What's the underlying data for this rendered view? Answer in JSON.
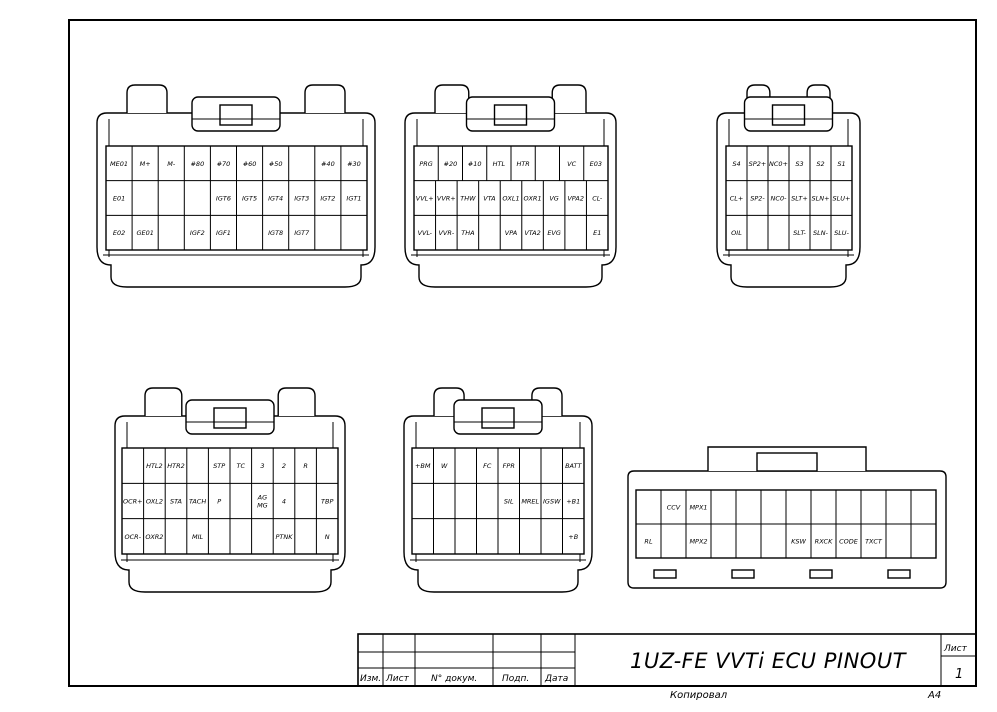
{
  "title": "1UZ-FE VVTi ECU PINOUT",
  "title_block": {
    "col_labels": [
      "Изм.",
      "Лист",
      "N° докум.",
      "Подп.",
      "Дата"
    ],
    "sheet_label": "Лист",
    "sheet_number": "1",
    "copied_label": "Копировал",
    "format": "A4"
  },
  "connectors": [
    {
      "id": "A",
      "rows": [
        [
          "ME01",
          "M+",
          "M-",
          "#80",
          "#70",
          "#60",
          "#50",
          "",
          "#40",
          "#30"
        ],
        [
          "E01",
          "",
          "",
          "",
          "IGT6",
          "IGT5",
          "IGT4",
          "IGT3",
          "IGT2",
          "IGT1"
        ],
        [
          "E02",
          "GE01",
          "",
          "IGF2",
          "IGF1",
          "",
          "IGT8",
          "IGT7",
          "",
          ""
        ]
      ]
    },
    {
      "id": "B",
      "rows": [
        [
          "PRG",
          "#20",
          "#10",
          "HTL",
          "HTR",
          "",
          "VC",
          "E03"
        ],
        [
          "VVL+",
          "VVR+",
          "THW",
          "VTA",
          "OXL1",
          "OXR1",
          "VG",
          "VPA2",
          "CL-"
        ],
        [
          "VVL-",
          "VVR-",
          "THA",
          "",
          "VPA",
          "VTA2",
          "EVG",
          "",
          "E1"
        ]
      ]
    },
    {
      "id": "C",
      "rows": [
        [
          "S4",
          "SP2+",
          "NC0+",
          "S3",
          "S2",
          "S1"
        ],
        [
          "CL+",
          "SP2-",
          "NC0-",
          "SLT+",
          "SLN+",
          "SLU+"
        ],
        [
          "OIL",
          "",
          "",
          "SLT-",
          "SLN-",
          "SLU-"
        ]
      ]
    },
    {
      "id": "D",
      "rows": [
        [
          "",
          "HTL2",
          "HTR2",
          "",
          "STP",
          "TC",
          "3",
          "2",
          "R",
          ""
        ],
        [
          "OCR+",
          "OXL2",
          "STA",
          "TACH",
          "P",
          "",
          "AG MG",
          "4",
          "",
          "TBP"
        ],
        [
          "OCR-",
          "OXR2",
          "",
          "MIL",
          "",
          "",
          "",
          "PTNK",
          "",
          "N"
        ]
      ]
    },
    {
      "id": "E",
      "rows": [
        [
          "+BM",
          "W",
          "",
          "FC",
          "FPR",
          "",
          "",
          "BATT"
        ],
        [
          "",
          "",
          "",
          "",
          "SIL",
          "MREL",
          "IGSW",
          "+B1"
        ],
        [
          "",
          "",
          "",
          "",
          "",
          "",
          "",
          "+B"
        ]
      ]
    },
    {
      "id": "F",
      "rows": [
        [
          "",
          "CCV",
          "MPX1",
          "",
          "",
          "",
          "",
          "",
          "",
          "",
          "",
          ""
        ],
        [
          "RL",
          "",
          "MPX2",
          "",
          "",
          "",
          "KSW",
          "RXCK",
          "CODE",
          "TXCT",
          "",
          ""
        ]
      ]
    }
  ]
}
